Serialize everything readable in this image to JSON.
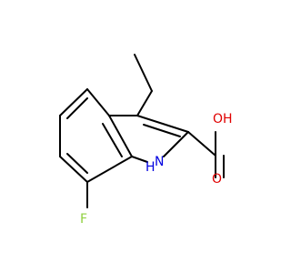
{
  "molecule": {
    "atoms": {
      "oxygen_hydroxyl": {
        "label": "OH",
        "color": "#e00000"
      },
      "oxygen_carbonyl": {
        "label": "O",
        "color": "#e00000"
      },
      "nitrogen_h": {
        "label": "N",
        "h_label": "H",
        "color": "#0000e0"
      },
      "fluorine": {
        "label": "F",
        "color": "#90d040"
      }
    }
  }
}
